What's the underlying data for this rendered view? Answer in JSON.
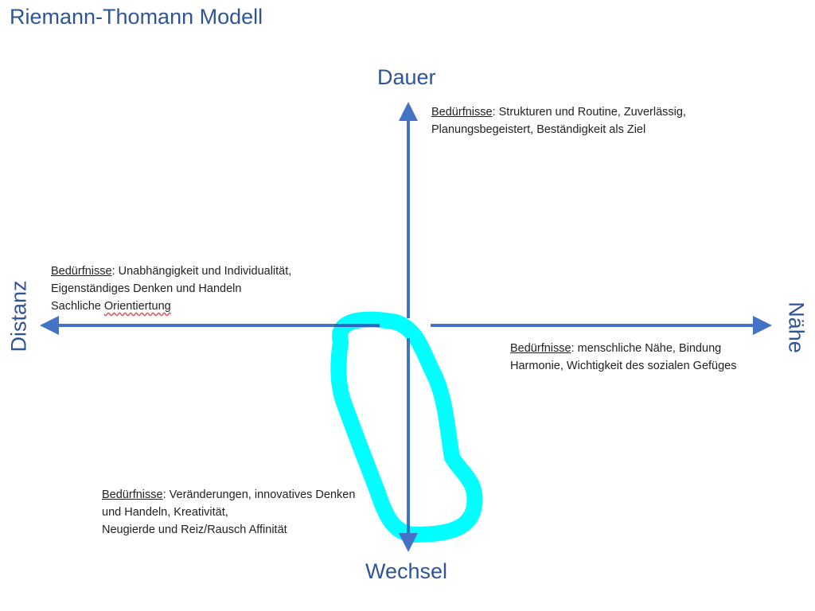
{
  "title": "Riemann-Thomann Modell",
  "axes": {
    "top": "Dauer",
    "bottom": "Wechsel",
    "left": "Distanz",
    "right": "Nähe"
  },
  "quadrants": {
    "top": {
      "label": "Bedürfnisse",
      "lines": [
        ": Strukturen und Routine, Zuverlässig,",
        "Planungsbegeistert, Beständigkeit als Ziel"
      ]
    },
    "left": {
      "label": "Bedürfnisse",
      "lines": [
        ": Unabhängigkeit und Individualität,",
        "Eigenständiges Denken und Handeln",
        "Sachliche ",
        "Orientiertung"
      ]
    },
    "right": {
      "label": "Bedürfnisse",
      "lines": [
        ": menschliche Nähe, Bindung",
        "Harmonie, Wichtigkeit des sozialen Gefüges"
      ]
    },
    "bottom": {
      "label": "Bedürfnisse",
      "lines": [
        ": Veränderungen, innovatives Denken",
        "und Handeln, Kreativität,",
        "Neugierde und Reiz/Rausch Affinität"
      ]
    }
  },
  "colors": {
    "axis": "#4472C4",
    "title": "#2F5597",
    "highlight": "#00FFFF"
  }
}
